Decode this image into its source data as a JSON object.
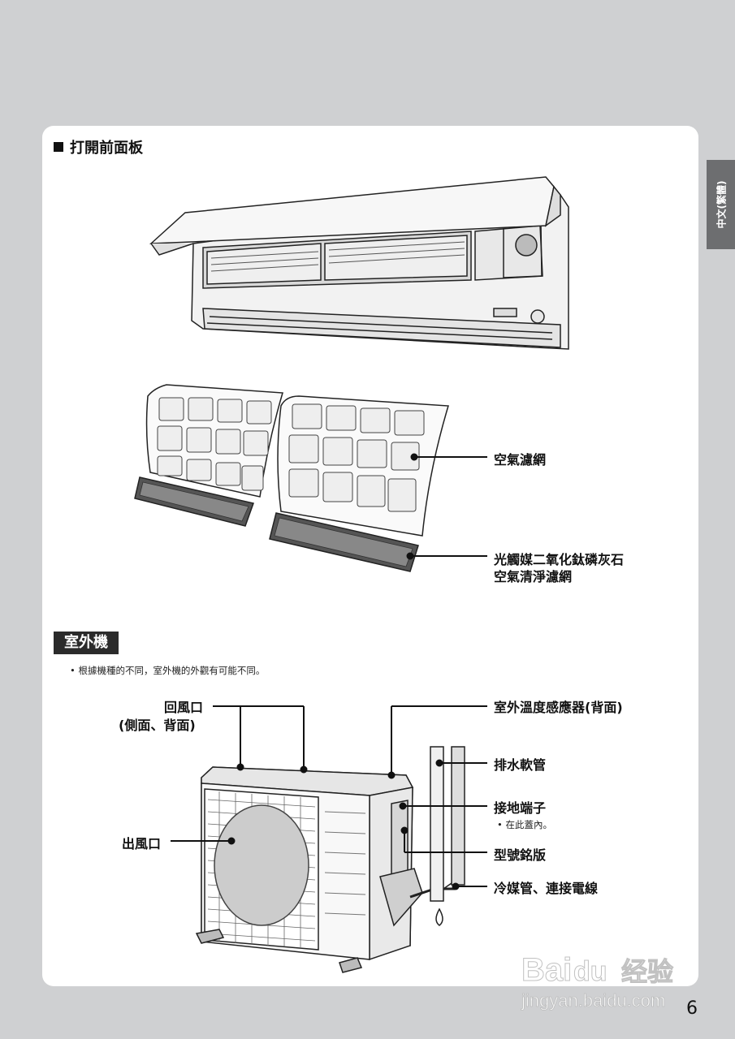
{
  "side_tab": {
    "label": "中文(繁體)"
  },
  "indoor": {
    "heading": "打開前面板",
    "labels": {
      "air_filter": "空氣濾網",
      "photocatalytic_line1": "光觸媒二氧化鈦磷灰石",
      "photocatalytic_line2": "空氣清淨濾網"
    }
  },
  "outdoor": {
    "badge": "室外機",
    "note": "• 根據機種的不同，室外機的外觀有可能不同。",
    "labels": {
      "air_inlet_line1": "回風口",
      "air_inlet_line2": "(側面、背面)",
      "outdoor_temp_sensor": "室外溫度感應器(背面)",
      "drain_hose": "排水軟管",
      "earth_terminal": "接地端子",
      "earth_terminal_note": "• 在此蓋內。",
      "model_plate": "型號銘版",
      "refrigerant_pipe": "冷媒管、連接電線",
      "air_outlet": "出風口"
    }
  },
  "page_number": "6",
  "watermark": {
    "brand": "Baidu经验",
    "url": "jingyan.baidu.com"
  },
  "colors": {
    "background": "#cfd0d2",
    "card": "#ffffff",
    "tab": "#6d6e70",
    "badge": "#2b2b2b"
  }
}
